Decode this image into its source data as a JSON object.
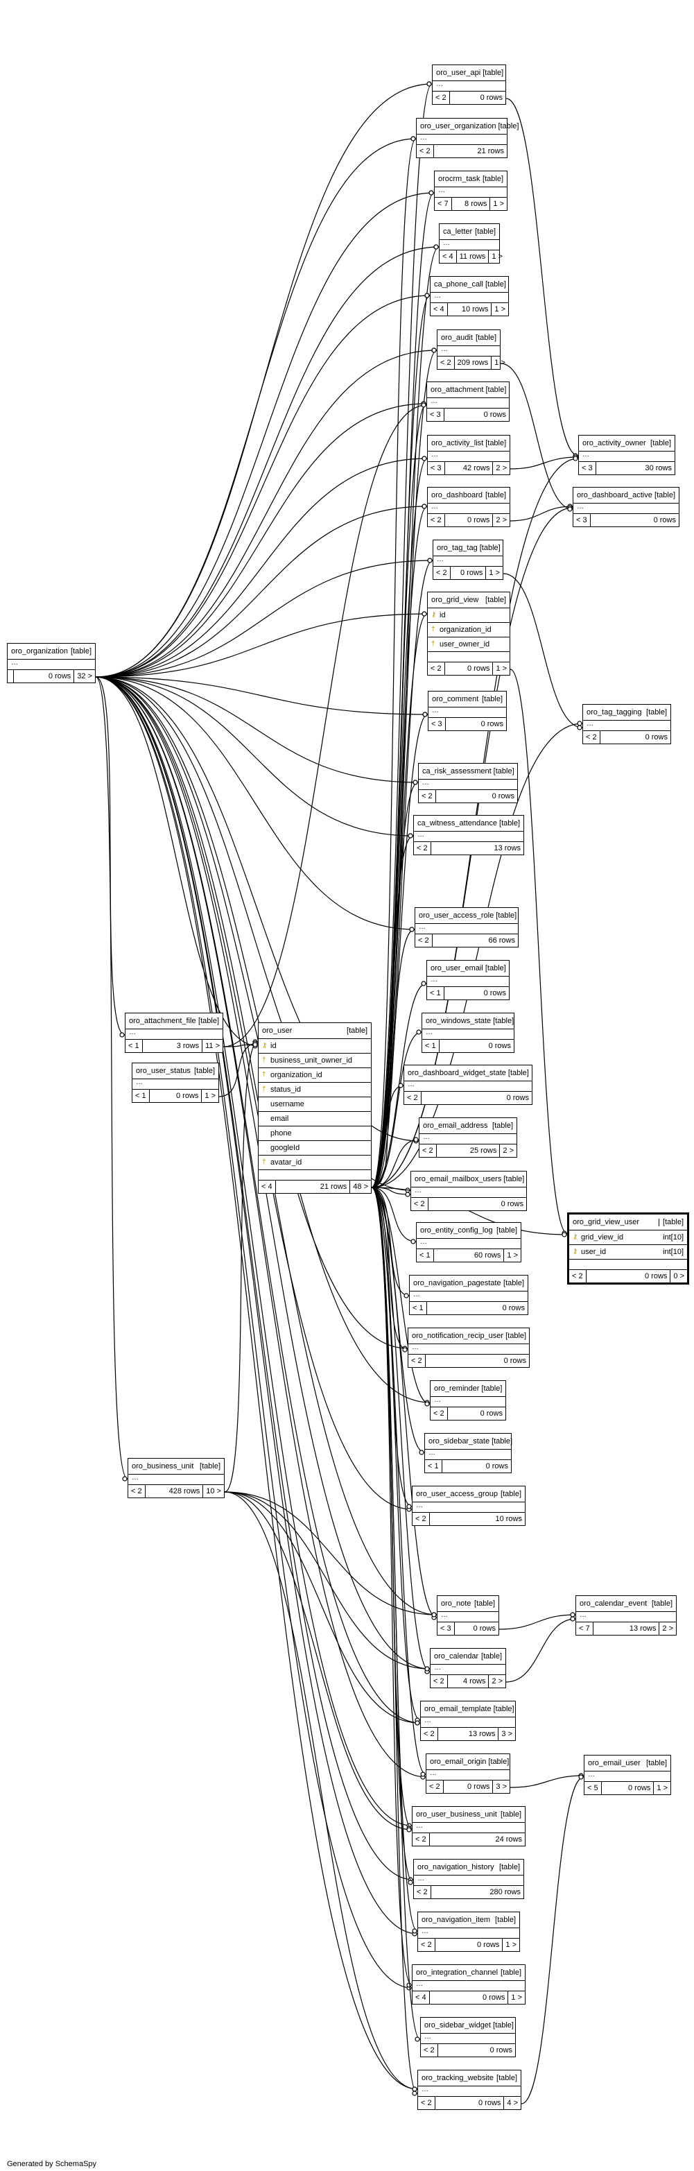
{
  "footer": "Generated by SchemaSpy",
  "tables": [
    {
      "id": "oro_user_api",
      "name": "oro_user_api",
      "tag": "[table]",
      "parents": "< 2",
      "rows": "0 rows",
      "children": ""
    },
    {
      "id": "oro_user_organization",
      "name": "oro_user_organization",
      "tag": "[table]",
      "parents": "< 2",
      "rows": "21 rows",
      "children": ""
    },
    {
      "id": "oroerm_task",
      "name": "orocrm_task",
      "tag": "[table]",
      "parents": "< 7",
      "rows": "8 rows",
      "children": "1 >"
    },
    {
      "id": "ca_letter",
      "name": "ca_letter",
      "tag": "[table]",
      "parents": "< 4",
      "rows": "11 rows",
      "children": "1 >"
    },
    {
      "id": "ca_phone_call",
      "name": "ca_phone_call",
      "tag": "[table]",
      "parents": "< 4",
      "rows": "10 rows",
      "children": "1 >"
    },
    {
      "id": "oro_audit",
      "name": "oro_audit",
      "tag": "[table]",
      "parents": "< 2",
      "rows": "209 rows",
      "children": "1 >"
    },
    {
      "id": "oro_attachment",
      "name": "oro_attachment",
      "tag": "[table]",
      "parents": "< 3",
      "rows": "0 rows",
      "children": ""
    },
    {
      "id": "oro_activity_list",
      "name": "oro_activity_list",
      "tag": "[table]",
      "parents": "< 3",
      "rows": "42 rows",
      "children": "2 >"
    },
    {
      "id": "oro_dashboard",
      "name": "oro_dashboard",
      "tag": "[table]",
      "parents": "< 2",
      "rows": "0 rows",
      "children": "2 >"
    },
    {
      "id": "oro_tag_tag",
      "name": "oro_tag_tag",
      "tag": "[table]",
      "parents": "< 2",
      "rows": "0 rows",
      "children": "1 >"
    },
    {
      "id": "oro_grid_view",
      "name": "oro_grid_view",
      "tag": "[table]",
      "parents": "< 2",
      "rows": "0 rows",
      "children": "1 >",
      "columns": [
        {
          "key": "pk",
          "name": "id",
          "type": ""
        },
        {
          "key": "fk",
          "name": "organization_id",
          "type": ""
        },
        {
          "key": "fk",
          "name": "user_owner_id",
          "type": ""
        }
      ]
    },
    {
      "id": "oro_comment",
      "name": "oro_comment",
      "tag": "[table]",
      "parents": "< 3",
      "rows": "0 rows",
      "children": ""
    },
    {
      "id": "ca_risk_assessment",
      "name": "ca_risk_assessment",
      "tag": "[table]",
      "parents": "< 2",
      "rows": "0 rows",
      "children": ""
    },
    {
      "id": "ca_witness_attendance",
      "name": "ca_witness_attendance",
      "tag": "[table]",
      "parents": "< 2",
      "rows": "13 rows",
      "children": ""
    },
    {
      "id": "oro_user_access_role",
      "name": "oro_user_access_role",
      "tag": "[table]",
      "parents": "< 2",
      "rows": "66 rows",
      "children": ""
    },
    {
      "id": "oro_user_email",
      "name": "oro_user_email",
      "tag": "[table]",
      "parents": "< 1",
      "rows": "0 rows",
      "children": ""
    },
    {
      "id": "oro_windows_state",
      "name": "oro_windows_state",
      "tag": "[table]",
      "parents": "< 1",
      "rows": "0 rows",
      "children": ""
    },
    {
      "id": "oro_dashboard_widget_state",
      "name": "oro_dashboard_widget_state",
      "tag": "[table]",
      "parents": "< 2",
      "rows": "0 rows",
      "children": ""
    },
    {
      "id": "oro_email_address",
      "name": "oro_email_address",
      "tag": "[table]",
      "parents": "< 2",
      "rows": "25 rows",
      "children": "2 >"
    },
    {
      "id": "oro_email_mailbox_users",
      "name": "oro_email_mailbox_users",
      "tag": "[table]",
      "parents": "< 2",
      "rows": "0 rows",
      "children": ""
    },
    {
      "id": "oro_entity_config_log",
      "name": "oro_entity_config_log",
      "tag": "[table]",
      "parents": "< 1",
      "rows": "60 rows",
      "children": "1 >"
    },
    {
      "id": "oro_navigation_pagestate",
      "name": "oro_navigation_pagestate",
      "tag": "[table]",
      "parents": "< 1",
      "rows": "0 rows",
      "children": ""
    },
    {
      "id": "oro_notification_recip_user",
      "name": "oro_notification_recip_user",
      "tag": "[table]",
      "parents": "< 2",
      "rows": "0 rows",
      "children": ""
    },
    {
      "id": "oro_reminder",
      "name": "oro_reminder",
      "tag": "[table]",
      "parents": "< 2",
      "rows": "0 rows",
      "children": ""
    },
    {
      "id": "oro_sidebar_state",
      "name": "oro_sidebar_state",
      "tag": "[table]",
      "parents": "< 1",
      "rows": "0 rows",
      "children": ""
    },
    {
      "id": "oro_user_access_group",
      "name": "oro_user_access_group",
      "tag": "[table]",
      "parents": "< 2",
      "rows": "10 rows",
      "children": ""
    },
    {
      "id": "oro_note",
      "name": "oro_note",
      "tag": "[table]",
      "parents": "< 3",
      "rows": "0 rows",
      "children": ""
    },
    {
      "id": "oro_calendar",
      "name": "oro_calendar",
      "tag": "[table]",
      "parents": "< 2",
      "rows": "4 rows",
      "children": "2 >"
    },
    {
      "id": "oro_email_template",
      "name": "oro_email_template",
      "tag": "[table]",
      "parents": "< 2",
      "rows": "13 rows",
      "children": "3 >"
    },
    {
      "id": "oro_email_origin",
      "name": "oro_email_origin",
      "tag": "[table]",
      "parents": "< 2",
      "rows": "0 rows",
      "children": "3 >"
    },
    {
      "id": "oro_user_business_unit",
      "name": "oro_user_business_unit",
      "tag": "[table]",
      "parents": "< 2",
      "rows": "24 rows",
      "children": ""
    },
    {
      "id": "oro_navigation_history",
      "name": "oro_navigation_history",
      "tag": "[table]",
      "parents": "< 2",
      "rows": "280 rows",
      "children": ""
    },
    {
      "id": "oro_navigation_item",
      "name": "oro_navigation_item",
      "tag": "[table]",
      "parents": "< 2",
      "rows": "0 rows",
      "children": "1 >"
    },
    {
      "id": "oro_integration_channel",
      "name": "oro_integration_channel",
      "tag": "[table]",
      "parents": "< 4",
      "rows": "0 rows",
      "children": "1 >"
    },
    {
      "id": "oro_sidebar_widget",
      "name": "oro_sidebar_widget",
      "tag": "[table]",
      "parents": "< 2",
      "rows": "0 rows",
      "children": ""
    },
    {
      "id": "oro_tracking_website",
      "name": "oro_tracking_website",
      "tag": "[table]",
      "parents": "< 2",
      "rows": "0 rows",
      "children": "4 >"
    },
    {
      "id": "oro_organization",
      "name": "oro_organization",
      "tag": "[table]",
      "parents": "",
      "rows": "0 rows",
      "children": "32 >"
    },
    {
      "id": "oro_attachment_file",
      "name": "oro_attachment_file",
      "tag": "[table]",
      "parents": "< 1",
      "rows": "3 rows",
      "children": "11 >"
    },
    {
      "id": "oro_user_status",
      "name": "oro_user_status",
      "tag": "[table]",
      "parents": "< 1",
      "rows": "0 rows",
      "children": "1 >"
    },
    {
      "id": "oro_business_unit",
      "name": "oro_business_unit",
      "tag": "[table]",
      "parents": "< 2",
      "rows": "428 rows",
      "children": "10 >"
    },
    {
      "id": "oro_user",
      "name": "oro_user",
      "tag": "[table]",
      "parents": "< 4",
      "rows": "21 rows",
      "children": "48 >",
      "columns": [
        {
          "key": "pk",
          "name": "id",
          "type": ""
        },
        {
          "key": "fk",
          "name": "business_unit_owner_id",
          "type": ""
        },
        {
          "key": "fk",
          "name": "organization_id",
          "type": ""
        },
        {
          "key": "fk",
          "name": "status_id",
          "type": ""
        },
        {
          "key": "",
          "name": "username",
          "type": ""
        },
        {
          "key": "",
          "name": "email",
          "type": ""
        },
        {
          "key": "",
          "name": "phone",
          "type": ""
        },
        {
          "key": "",
          "name": "googleId",
          "type": ""
        },
        {
          "key": "fk",
          "name": "avatar_id",
          "type": ""
        }
      ]
    },
    {
      "id": "oro_activity_owner",
      "name": "oro_activity_owner",
      "tag": "[table]",
      "parents": "< 3",
      "rows": "30 rows",
      "children": ""
    },
    {
      "id": "oro_dashboard_active",
      "name": "oro_dashboard_active",
      "tag": "[table]",
      "parents": "< 3",
      "rows": "0 rows",
      "children": ""
    },
    {
      "id": "oro_tag_tagging",
      "name": "oro_tag_tagging",
      "tag": "[table]",
      "parents": "< 2",
      "rows": "0 rows",
      "children": ""
    },
    {
      "id": "oro_grid_view_user",
      "name": "oro_grid_view_user",
      "tag": "[table]",
      "parents": "< 2",
      "rows": "0 rows",
      "children": "0 >",
      "focus": true,
      "columns": [
        {
          "key": "pk",
          "name": "grid_view_id",
          "type": "int[10]"
        },
        {
          "key": "pk",
          "name": "user_id",
          "type": "int[10]"
        }
      ]
    },
    {
      "id": "oro_calendar_event",
      "name": "oro_calendar_event",
      "tag": "[table]",
      "parents": "< 7",
      "rows": "13 rows",
      "children": "2 >"
    },
    {
      "id": "oro_email_user",
      "name": "oro_email_user",
      "tag": "[table]",
      "parents": "< 5",
      "rows": "0 rows",
      "children": "1 >"
    }
  ],
  "key_icons": {
    "pk": "key-icon",
    "fk": "foreign-key-icon"
  },
  "relations": [
    [
      "oro_user_api",
      "oro_organization"
    ],
    [
      "oro_user_organization",
      "oro_organization"
    ],
    [
      "oroerm_task",
      "oro_organization"
    ],
    [
      "ca_letter",
      "oro_organization"
    ],
    [
      "ca_phone_call",
      "oro_organization"
    ],
    [
      "oro_audit",
      "oro_organization"
    ],
    [
      "oro_attachment",
      "oro_organization"
    ],
    [
      "oro_activity_list",
      "oro_organization"
    ],
    [
      "oro_dashboard",
      "oro_organization"
    ],
    [
      "oro_tag_tag",
      "oro_organization"
    ],
    [
      "oro_grid_view",
      "oro_organization"
    ],
    [
      "oro_comment",
      "oro_organization"
    ],
    [
      "ca_risk_assessment",
      "oro_organization"
    ],
    [
      "ca_witness_attendance",
      "oro_organization"
    ],
    [
      "oro_user_access_role",
      "oro_organization"
    ],
    [
      "oro_email_address",
      "oro_organization"
    ],
    [
      "oro_email_mailbox_users",
      "oro_organization"
    ],
    [
      "oro_notification_recip_user",
      "oro_organization"
    ],
    [
      "oro_reminder",
      "oro_organization"
    ],
    [
      "oro_user_access_group",
      "oro_organization"
    ],
    [
      "oro_note",
      "oro_organization"
    ],
    [
      "oro_calendar",
      "oro_organization"
    ],
    [
      "oro_email_template",
      "oro_organization"
    ],
    [
      "oro_email_origin",
      "oro_organization"
    ],
    [
      "oro_user_business_unit",
      "oro_organization"
    ],
    [
      "oro_navigation_history",
      "oro_organization"
    ],
    [
      "oro_navigation_item",
      "oro_organization"
    ],
    [
      "oro_integration_channel",
      "oro_organization"
    ],
    [
      "oro_tracking_website",
      "oro_organization"
    ],
    [
      "oro_business_unit",
      "oro_organization"
    ],
    [
      "oro_attachment_file",
      "oro_organization"
    ],
    [
      "oro_user",
      "oro_organization"
    ],
    [
      "oro_user_api",
      "oro_user"
    ],
    [
      "oro_user_organization",
      "oro_user"
    ],
    [
      "oroerm_task",
      "oro_user"
    ],
    [
      "ca_letter",
      "oro_user"
    ],
    [
      "ca_phone_call",
      "oro_user"
    ],
    [
      "oro_audit",
      "oro_user"
    ],
    [
      "oro_attachment",
      "oro_user"
    ],
    [
      "oro_activity_list",
      "oro_user"
    ],
    [
      "oro_dashboard",
      "oro_user"
    ],
    [
      "oro_tag_tag",
      "oro_user"
    ],
    [
      "oro_grid_view",
      "oro_user"
    ],
    [
      "oro_comment",
      "oro_user"
    ],
    [
      "ca_risk_assessment",
      "oro_user"
    ],
    [
      "ca_witness_attendance",
      "oro_user"
    ],
    [
      "oro_user_access_role",
      "oro_user"
    ],
    [
      "oro_user_email",
      "oro_user"
    ],
    [
      "oro_windows_state",
      "oro_user"
    ],
    [
      "oro_dashboard_widget_state",
      "oro_user"
    ],
    [
      "oro_email_address",
      "oro_user"
    ],
    [
      "oro_email_mailbox_users",
      "oro_user"
    ],
    [
      "oro_entity_config_log",
      "oro_user"
    ],
    [
      "oro_navigation_pagestate",
      "oro_user"
    ],
    [
      "oro_notification_recip_user",
      "oro_user"
    ],
    [
      "oro_reminder",
      "oro_user"
    ],
    [
      "oro_sidebar_state",
      "oro_user"
    ],
    [
      "oro_user_access_group",
      "oro_user"
    ],
    [
      "oro_note",
      "oro_user"
    ],
    [
      "oro_calendar",
      "oro_user"
    ],
    [
      "oro_email_template",
      "oro_user"
    ],
    [
      "oro_email_origin",
      "oro_user"
    ],
    [
      "oro_user_business_unit",
      "oro_user"
    ],
    [
      "oro_navigation_history",
      "oro_user"
    ],
    [
      "oro_navigation_item",
      "oro_user"
    ],
    [
      "oro_integration_channel",
      "oro_user"
    ],
    [
      "oro_sidebar_widget",
      "oro_user"
    ],
    [
      "oro_tracking_website",
      "oro_user"
    ],
    [
      "oro_user",
      "oro_business_unit"
    ],
    [
      "oro_user",
      "oro_user_status"
    ],
    [
      "oro_user",
      "oro_attachment_file"
    ],
    [
      "oro_attachment",
      "oro_attachment_file"
    ],
    [
      "oro_note",
      "oro_business_unit"
    ],
    [
      "oro_calendar",
      "oro_business_unit"
    ],
    [
      "oro_email_template",
      "oro_business_unit"
    ],
    [
      "oro_user_business_unit",
      "oro_business_unit"
    ],
    [
      "oro_tracking_website",
      "oro_business_unit"
    ],
    [
      "oro_activity_owner",
      "oro_user_api"
    ],
    [
      "oro_activity_owner",
      "oro_activity_list"
    ],
    [
      "oro_activity_owner",
      "oro_user"
    ],
    [
      "oro_dashboard_active",
      "oro_dashboard"
    ],
    [
      "oro_dashboard_active",
      "oro_user"
    ],
    [
      "oro_dashboard_active",
      "oro_audit"
    ],
    [
      "oro_tag_tagging",
      "oro_tag_tag"
    ],
    [
      "oro_tag_tagging",
      "oro_user"
    ],
    [
      "oro_grid_view_user",
      "oro_grid_view"
    ],
    [
      "oro_grid_view_user",
      "oro_user"
    ],
    [
      "oro_calendar_event",
      "oro_calendar"
    ],
    [
      "oro_calendar_event",
      "oro_note"
    ],
    [
      "oro_email_user",
      "oro_email_origin"
    ],
    [
      "oro_email_user",
      "oro_tracking_website"
    ]
  ]
}
